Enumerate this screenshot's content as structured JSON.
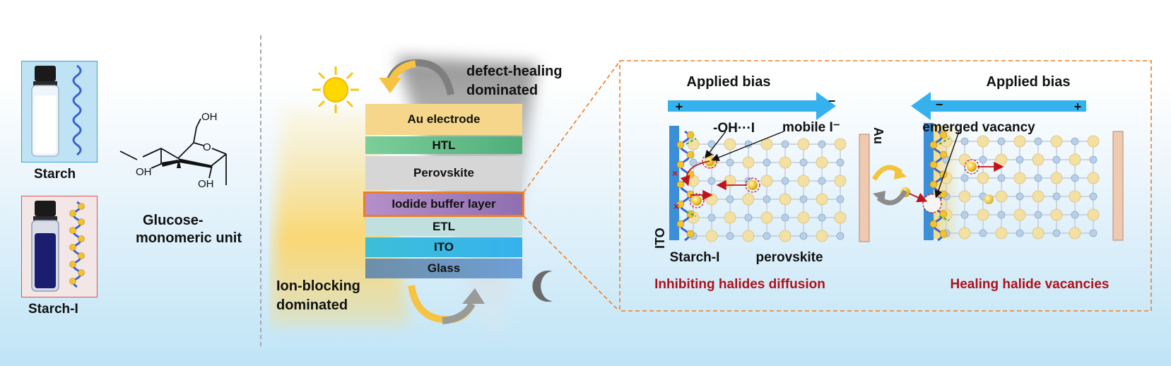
{
  "left_panel": {
    "starch_label": "Starch",
    "starch_i_label": "Starch-I",
    "molecule": {
      "oh_top": "OH",
      "oh_left": "OH",
      "oh_bottom": "OH",
      "ring_o": "O",
      "caption_line1": "Glucose-",
      "caption_line2": "monomeric unit"
    }
  },
  "device": {
    "layers": [
      {
        "label": "Au electrode",
        "color": "#f5d68a"
      },
      {
        "label": "HTL",
        "color": "#5fbf86"
      },
      {
        "label": "Perovskite",
        "color": "#d9d9d9"
      },
      {
        "label": "Iodide buffer layer",
        "color": "#9b7bb8"
      },
      {
        "label": "ETL",
        "color": "#b8dcdc"
      },
      {
        "label": "ITO",
        "color": "#3fbde0"
      },
      {
        "label": "Glass",
        "color": "#6d9ac0"
      }
    ],
    "label_defect_line1": "defect-healing",
    "label_defect_line2": "dominated",
    "label_ion_line1": "Ion-blocking",
    "label_ion_line2": "dominated"
  },
  "inset": {
    "left": {
      "bias_title": "Applied bias",
      "plus": "+",
      "minus": "−",
      "oh_i": "-OH···I",
      "mobile": "mobile I⁻",
      "au": "Au",
      "ito": "ITO",
      "starch_i": "Starch-I",
      "perovskite": "perovskite",
      "caption": "Inhibiting halides diffusion"
    },
    "right": {
      "bias_title": "Applied bias",
      "minus": "−",
      "plus": "+",
      "vacancy": "emerged vacancy",
      "caption": "Healing halide vacancies"
    }
  }
}
